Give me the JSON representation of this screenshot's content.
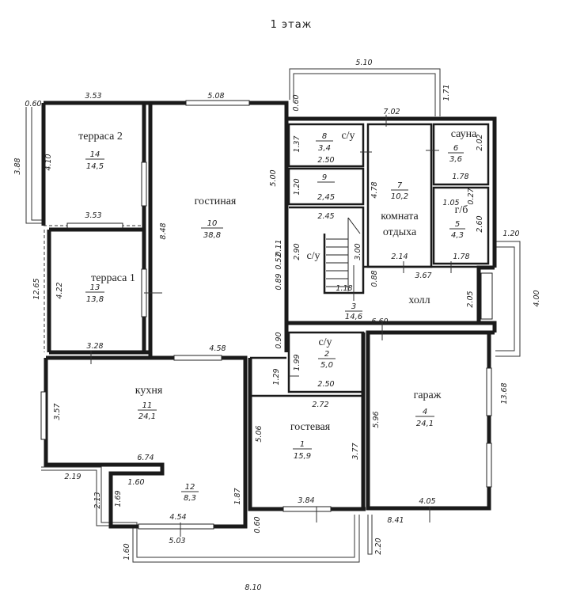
{
  "title": "1 этаж",
  "rooms": [
    {
      "id": "terrace2",
      "label": "терраса 2",
      "num": "14",
      "area": "14,5"
    },
    {
      "id": "living",
      "label": "гостиная",
      "num": "10",
      "area": "38,8"
    },
    {
      "id": "wc8",
      "label": "с/у",
      "num": "8",
      "area": "3,4"
    },
    {
      "id": "r9",
      "label": "",
      "num": "9",
      "area": "2,45"
    },
    {
      "id": "rest",
      "label": "комната",
      "label2": "отдыха",
      "num": "7",
      "area": "10,2"
    },
    {
      "id": "sauna",
      "label": "сауна",
      "num": "6",
      "area": "3,6"
    },
    {
      "id": "gb",
      "label": "г/б",
      "num": "5",
      "area": "4,3"
    },
    {
      "id": "terrace1",
      "label": "терраса 1",
      "num": "13",
      "area": "13,8"
    },
    {
      "id": "stair_su",
      "label": "с/у",
      "num": "",
      "area": ""
    },
    {
      "id": "hall",
      "label": "холл",
      "num": "3",
      "area": "14,6"
    },
    {
      "id": "wc2",
      "label": "с/у",
      "num": "2",
      "area": "5,0"
    },
    {
      "id": "kitchen",
      "label": "кухня",
      "num": "11",
      "area": "24,1"
    },
    {
      "id": "guest",
      "label": "гостевая",
      "num": "1",
      "area": "15,9"
    },
    {
      "id": "garage",
      "label": "гараж",
      "num": "4",
      "area": "24,1"
    },
    {
      "id": "r12",
      "label": "",
      "num": "12",
      "area": "8,3"
    }
  ],
  "dims": {
    "d510": "5.10",
    "d171": "1.71",
    "d353a": "3.53",
    "d060a": "0.60",
    "d508": "5.08",
    "d060b": "0.60",
    "d702": "7.02",
    "d388": "3.88",
    "d410": "4.10",
    "d137": "1.37",
    "d250a": "2.50",
    "d202": "2.02",
    "d178a": "1.78",
    "d120a": "1.20",
    "d500": "5.00",
    "d478": "4.78",
    "d105": "1.05",
    "d027": "0.27",
    "d353b": "3.53",
    "d245": "2.45",
    "d260": "2.60",
    "d848": "8.48",
    "d011": "0.11",
    "d290": "2.90",
    "d300": "3.00",
    "d052": "0.52",
    "d214": "2.14",
    "d178b": "1.78",
    "d120b": "1.20",
    "d1265": "12.65",
    "d422": "4.22",
    "d089": "0.89",
    "d088": "0.88",
    "d367": "3.67",
    "d118": "1.18",
    "d205": "2.05",
    "d400": "4.00",
    "d660": "6.60",
    "d328": "3.28",
    "d458": "4.58",
    "d090": "0.90",
    "d199": "1.99",
    "d129": "1.29",
    "d250b": "2.50",
    "d357": "3.57",
    "d272": "2.72",
    "d1368": "13.68",
    "d596": "5.96",
    "d506": "5.06",
    "d377": "3.77",
    "d674": "6.74",
    "d219": "2.19",
    "d160a": "1.60",
    "d213": "2.13",
    "d169": "1.69",
    "d187": "1.87",
    "d384": "3.84",
    "d405": "4.05",
    "d454": "4.54",
    "d841": "8.41",
    "d503": "5.03",
    "d060c": "0.60",
    "d220": "2.20",
    "d160b": "1.60",
    "d810": "8.10"
  }
}
